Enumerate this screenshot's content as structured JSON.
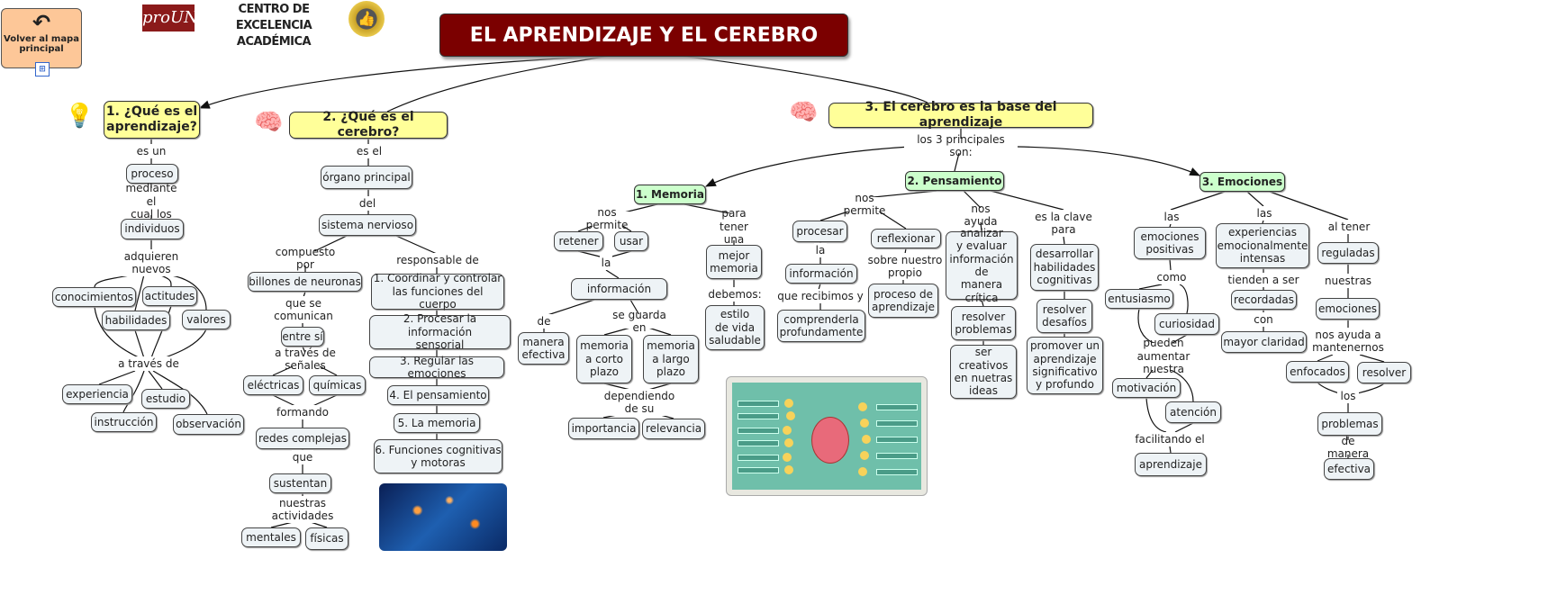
{
  "header": {
    "back_button": "Volver al mapa\nprincipal",
    "logo": "proUNI",
    "center_name": "CENTRO DE\nEXCELENCIA ACADÉMICA",
    "title": "EL APRENDIZAJE Y EL CEREBRO"
  },
  "nodes": {
    "q1": "1. ¿Qué es el\naprendizaje?",
    "q2": "2. ¿Qué es el cerebro?",
    "q3": "3. El cerebro es la base del aprendizaje",
    "l_esun": "es un",
    "proceso": "proceso",
    "l_mediante": "mediante el\ncual los",
    "individuos": "individuos",
    "l_adquieren": "adquieren\nnuevos",
    "conocimientos": "conocimientos",
    "actitudes": "actitudes",
    "habilidades": "habilidades",
    "valores": "valores",
    "l_atraves": "a través de",
    "experiencia": "experiencia",
    "estudio": "estudio",
    "instruccion": "instrucción",
    "observacion": "observación",
    "l_esel": "es el",
    "organo": "órgano principal",
    "l_del": "del",
    "sistema": "sistema nervioso",
    "l_compuesto": "compuesto por",
    "l_responsable": "responsable de",
    "billones": "billones de neuronas",
    "l_queseco": "que se\ncomunican",
    "entresi": "entre sí",
    "l_senales": "a través de señales",
    "electricas": "eléctricas",
    "quimicas": "químicas",
    "l_formando": "formando",
    "redes": "redes complejas",
    "l_que": "que",
    "sustentan": "sustentan",
    "l_nuestras": "nuestras\nactividades",
    "mentales": "mentales",
    "fisicas": "físicas",
    "f1": "1. Coordinar y controlar\nlas funciones del cuerpo",
    "f2": "2. Procesar la información\nsensorial",
    "f3": "3. Regular las emociones",
    "f4": "4. El pensamiento",
    "f5": "5. La memoria",
    "f6": "6. Funciones cognitivas\ny motoras",
    "l_principales": "los 3 principales son:",
    "memoria": "1. Memoria",
    "pensamiento": "2. Pensamiento",
    "emociones": "3. Emociones",
    "l_nospermite_m": "nos permite",
    "l_paratener": "para tener\nuna",
    "retener": "retener",
    "usar": "usar",
    "l_la_m": "la",
    "informacion_m": "información",
    "l_de": "de",
    "l_seguarda": "se guarda en",
    "manera_efectiva": "manera\nefectiva",
    "corto": "memoria\na corto\nplazo",
    "largo": "memoria\na largo\nplazo",
    "l_dependiendo": "dependiendo\nde su",
    "importancia": "importancia",
    "relevancia": "relevancia",
    "mejor_memoria": "mejor\nmemoria",
    "l_debemos": "debemos:",
    "estilo": "estilo\nde vida\nsaludable",
    "l_nospermite_p": "nos permite",
    "l_nosayuda": "nos ayuda",
    "l_clave": "es la clave\npara",
    "procesar": "procesar",
    "reflexionar": "reflexionar",
    "l_la_p": "la",
    "informacion_p": "información",
    "l_recibimos": "que recibimos y",
    "comprenderla": "comprenderla\nprofundamente",
    "l_sobre": "sobre nuestro\npropio",
    "proceso_aprendizaje": "proceso de\naprendizaje",
    "analizar": "analizar\ny evaluar\ninformación de\nmanera\ncrítica",
    "resolver_problemas": "resolver\nproblemas",
    "creativos": "ser\ncreativos\nen nuetras\nideas",
    "desarrollar": "desarrollar\nhabilidades\ncognitivas",
    "desafios": "resolver\ndesafíos",
    "promover": "promover un\naprendizaje\nsignificativo\ny profundo",
    "l_las1": "las",
    "l_las2": "las",
    "l_altener": "al tener",
    "positivas": "emociones\npositivas",
    "l_como": "como",
    "entusiasmo": "entusiasmo",
    "curiosidad": "curiosidad",
    "l_pueden": "pueden\naumentar nuestra",
    "motivacion": "motivación",
    "atencion": "atención",
    "l_facilitando": "facilitando el",
    "aprendizaje": "aprendizaje",
    "intensas": "experiencias\nemocionalmente\nintensas",
    "l_tienden": "tienden a ser",
    "recordadas": "recordadas",
    "l_con": "con",
    "claridad": "mayor claridad",
    "reguladas": "reguladas",
    "l_nuestras2": "nuestras",
    "emociones2": "emociones",
    "l_mantenernos": "nos ayuda a\nmantenernos",
    "enfocados": "enfocados",
    "resolver": "resolver",
    "l_los": "los",
    "problemas": "problemas",
    "l_demanera": "de manera",
    "efectiva": "efectiva"
  },
  "colors": {
    "title_bg": "#7b0000",
    "topic_bg": "#ffff99",
    "subtopic_bg": "#ccffcc",
    "concept_bg": "#eef3f6",
    "back_bg": "#fdc798"
  }
}
